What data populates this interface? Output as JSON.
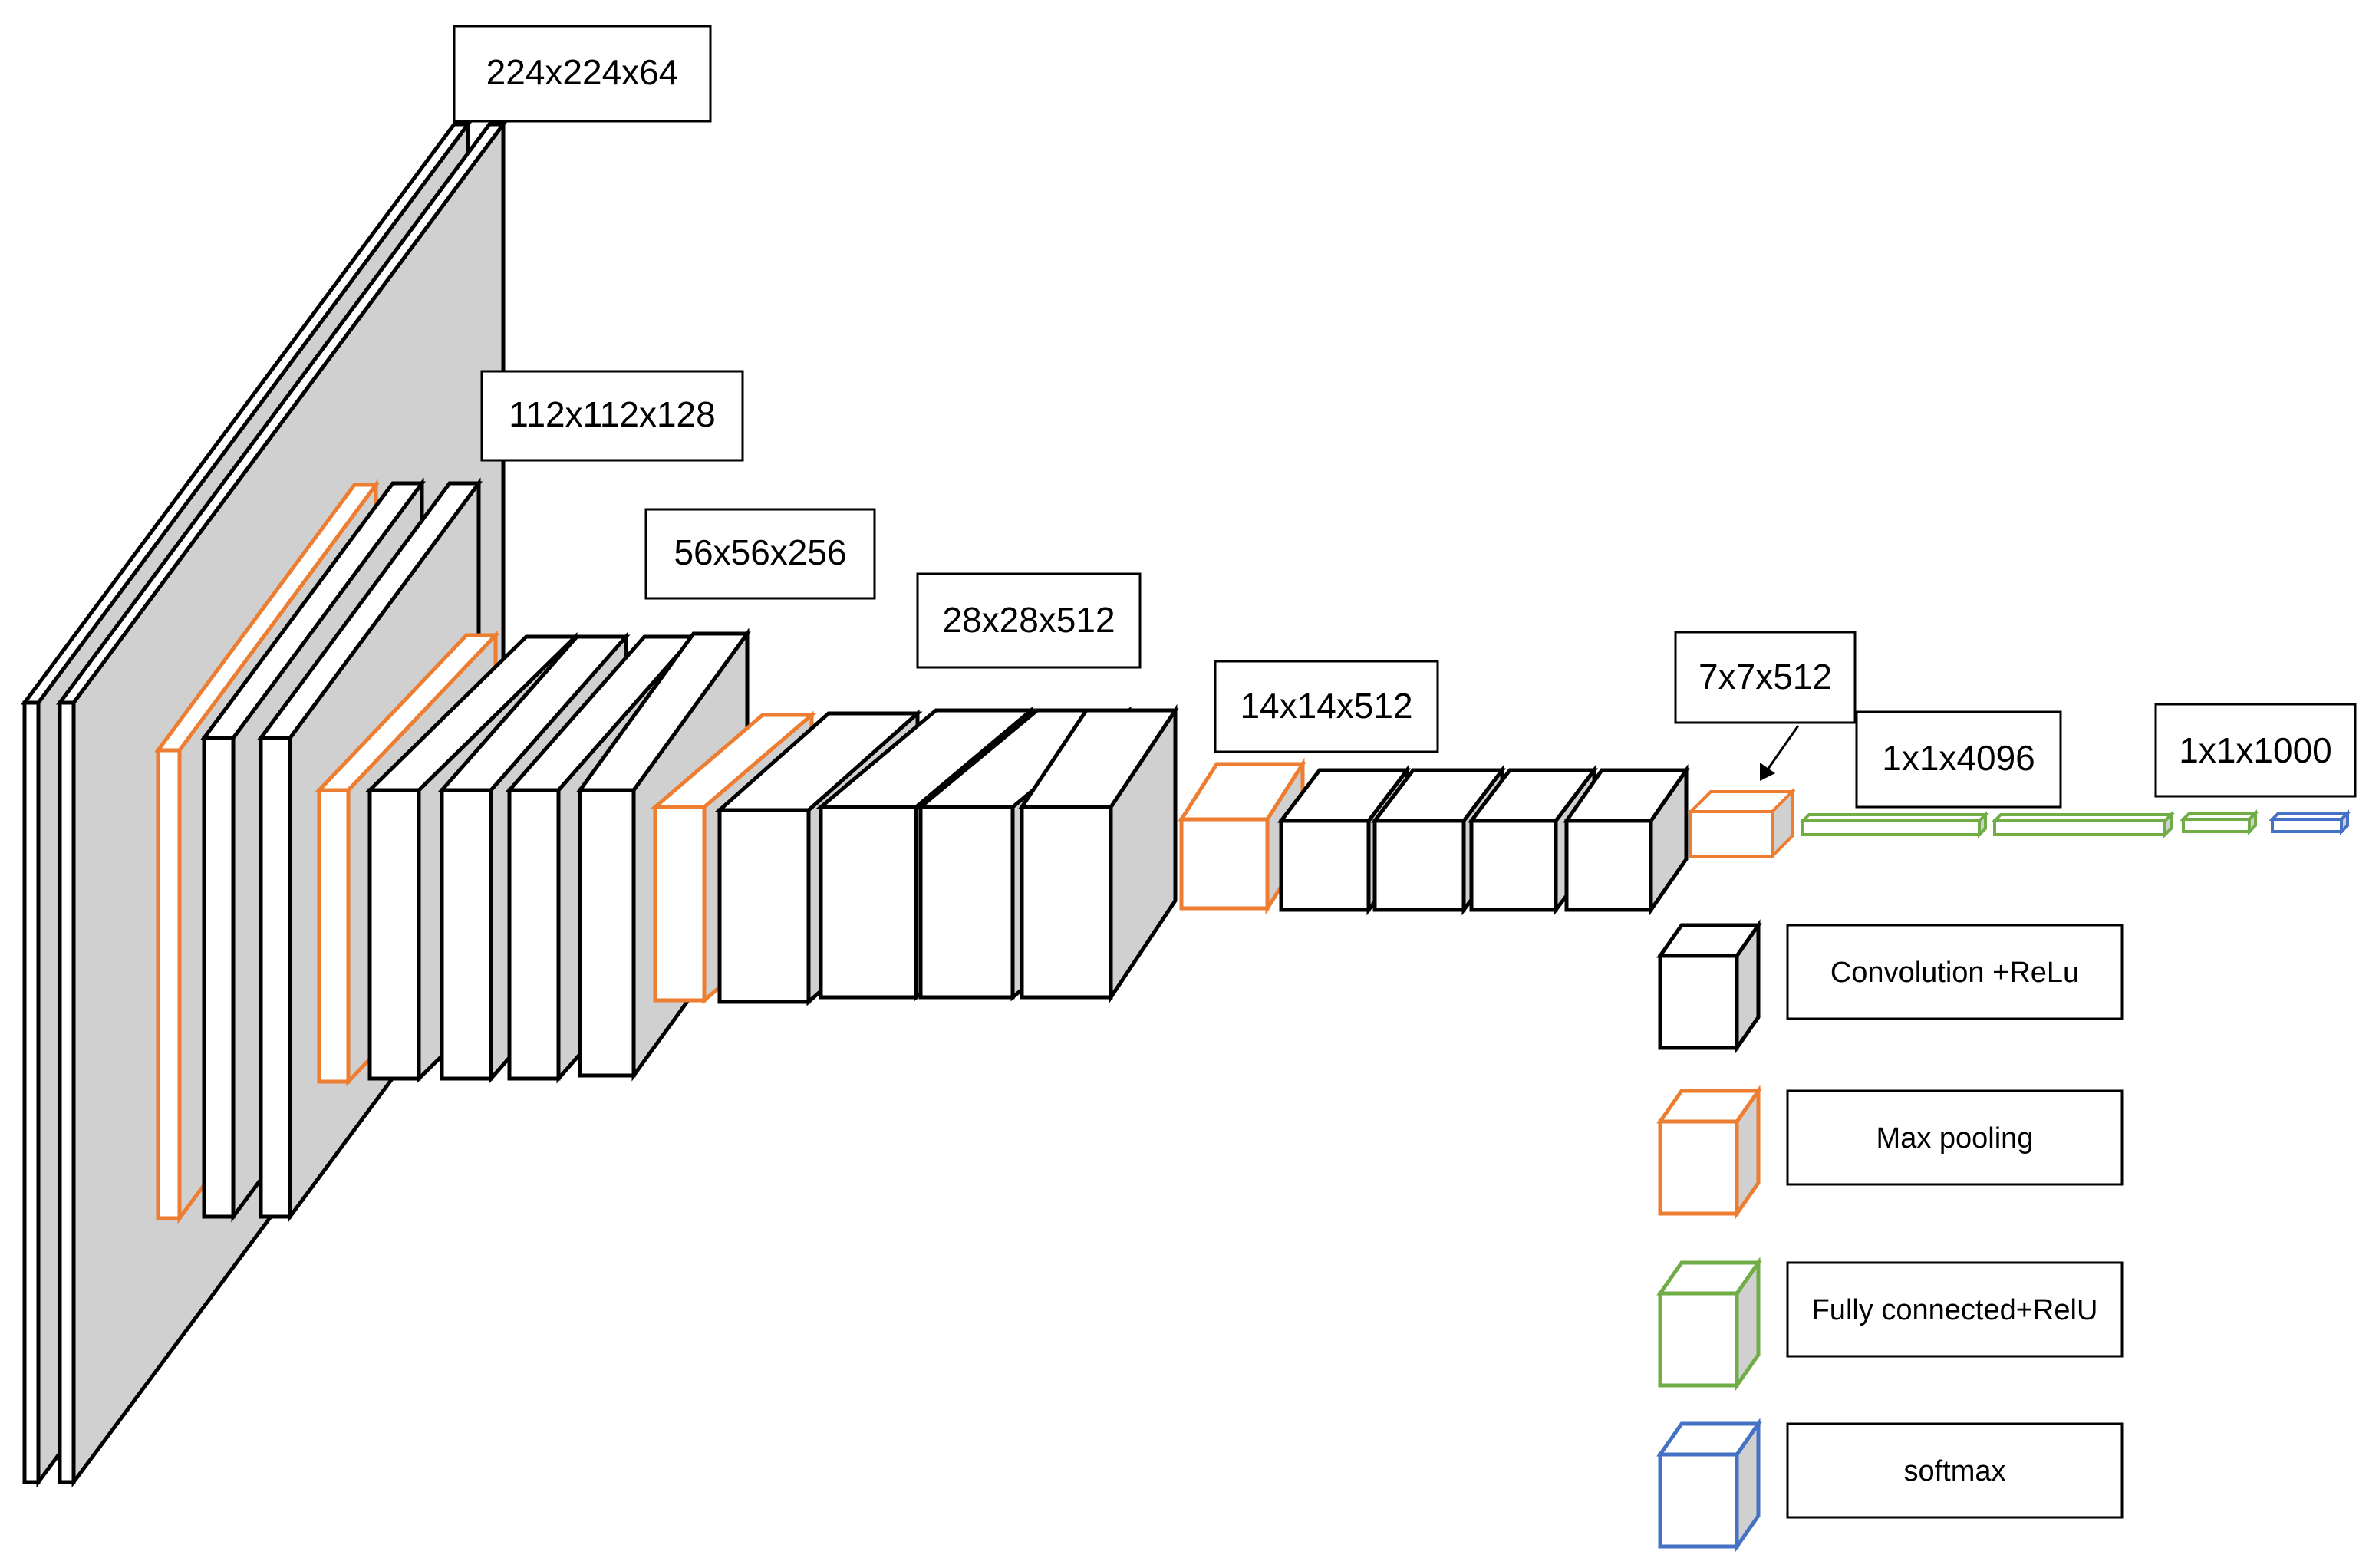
{
  "colors": {
    "conv": "#000000",
    "pool": "#ED7D31",
    "fc": "#70AD47",
    "softmax": "#4472C4",
    "side": "#D0D0D0"
  },
  "labels": {
    "l224": "224x224x64",
    "l112": "112x112x128",
    "l56": "56x56x256",
    "l28": "28x28x512",
    "l14": "14x14x512",
    "l7": "7x7x512",
    "fc4096": "1x1x4096",
    "fc1000": "1x1x1000"
  },
  "legend": {
    "conv": "Convolution +ReLu",
    "pool": "Max pooling",
    "fc": "Fully connected+RelU",
    "softmax": "softmax"
  },
  "layers": [
    {
      "type": "conv",
      "count": 2
    },
    {
      "type": "pool",
      "count": 1
    },
    {
      "type": "conv",
      "count": 2
    },
    {
      "type": "pool",
      "count": 1
    },
    {
      "type": "conv",
      "count": 4
    },
    {
      "type": "pool",
      "count": 1
    },
    {
      "type": "conv",
      "count": 4
    },
    {
      "type": "pool",
      "count": 1
    },
    {
      "type": "conv",
      "count": 4
    },
    {
      "type": "pool",
      "count": 1
    },
    {
      "type": "fc",
      "count": 3
    },
    {
      "type": "softmax",
      "count": 1
    }
  ]
}
